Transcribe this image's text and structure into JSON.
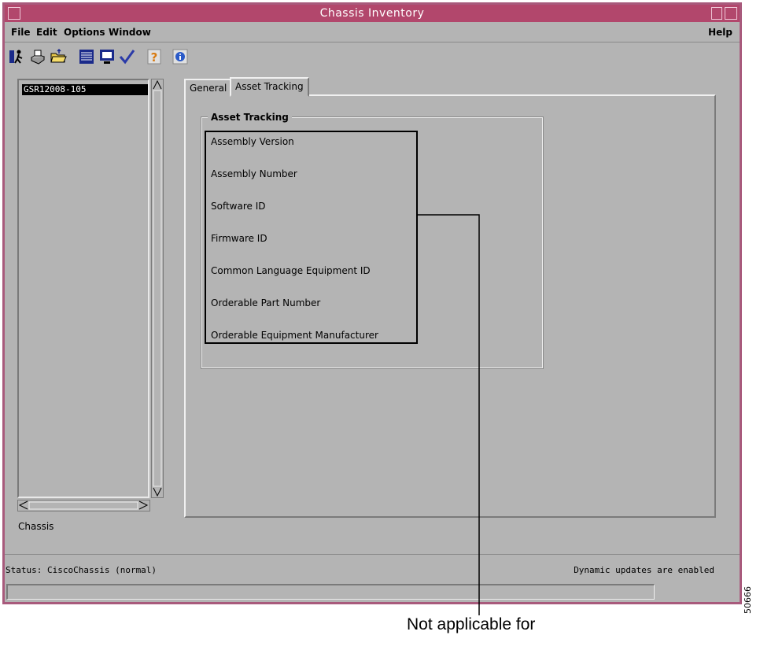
{
  "window": {
    "title": "Chassis Inventory"
  },
  "menu": {
    "file": "File",
    "edit": "Edit",
    "options": "Options",
    "window": "Window",
    "help": "Help"
  },
  "toolbar": {
    "icons": [
      "exit-icon",
      "printer-icon",
      "open-folder-icon",
      "list-icon",
      "monitor-icon",
      "checkmark-icon",
      "help-icon",
      "info-icon"
    ]
  },
  "list": {
    "selected_item": "GSR12008-105",
    "label": "Chassis"
  },
  "tabs": [
    {
      "label": "General"
    },
    {
      "label": "Asset Tracking"
    }
  ],
  "asset_tracking": {
    "group_title": "Asset Tracking",
    "fields": [
      "Assembly Version",
      "Assembly Number",
      "Software ID",
      "Firmware ID",
      "Common Language Equipment ID",
      "Orderable Part Number",
      "Orderable Equipment Manufacturer"
    ]
  },
  "status": {
    "left": "Status: CiscoChassis (normal)",
    "right": "Dynamic updates are enabled"
  },
  "callout": {
    "text": "Not applicable for"
  },
  "figure_code": "50666",
  "colors": {
    "titlebar": "#b2476c",
    "window_bg": "#b4b4b4",
    "frame": "#a85a7c"
  }
}
